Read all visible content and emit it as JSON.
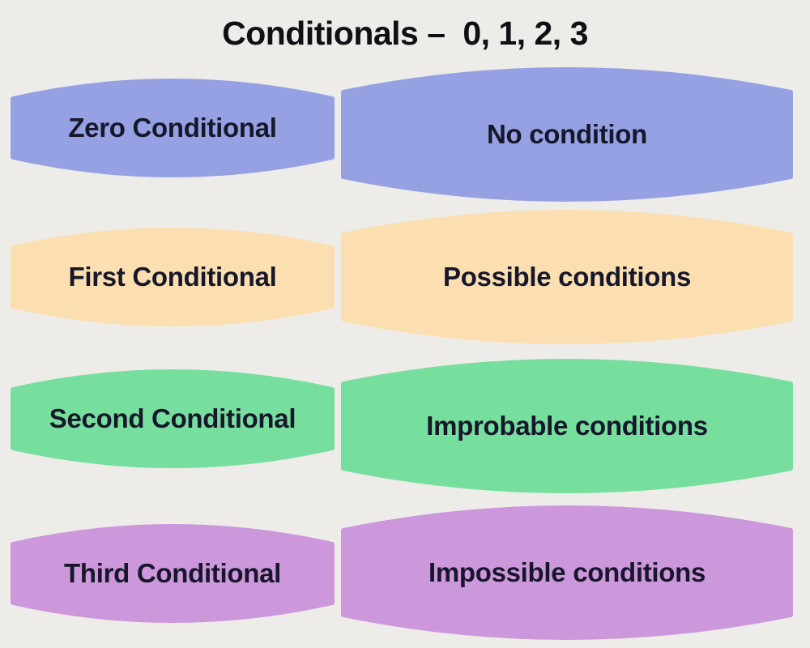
{
  "title": "Conditionals –  0, 1, 2, 3",
  "background_color": "#EDECE9",
  "text_color": "#17172B",
  "rows": [
    {
      "id": "zero",
      "left_label": "Zero Conditional",
      "right_label": "No condition",
      "color": "#96A1E3"
    },
    {
      "id": "first",
      "left_label": "First Conditional",
      "right_label": "Possible conditions",
      "color": "#FBDFB1"
    },
    {
      "id": "second",
      "left_label": "Second Conditional",
      "right_label": "Improbable conditions",
      "color": "#77DF9E"
    },
    {
      "id": "third",
      "left_label": "Third Conditional",
      "right_label": "Impossible conditions",
      "color": "#CD97DB"
    }
  ]
}
